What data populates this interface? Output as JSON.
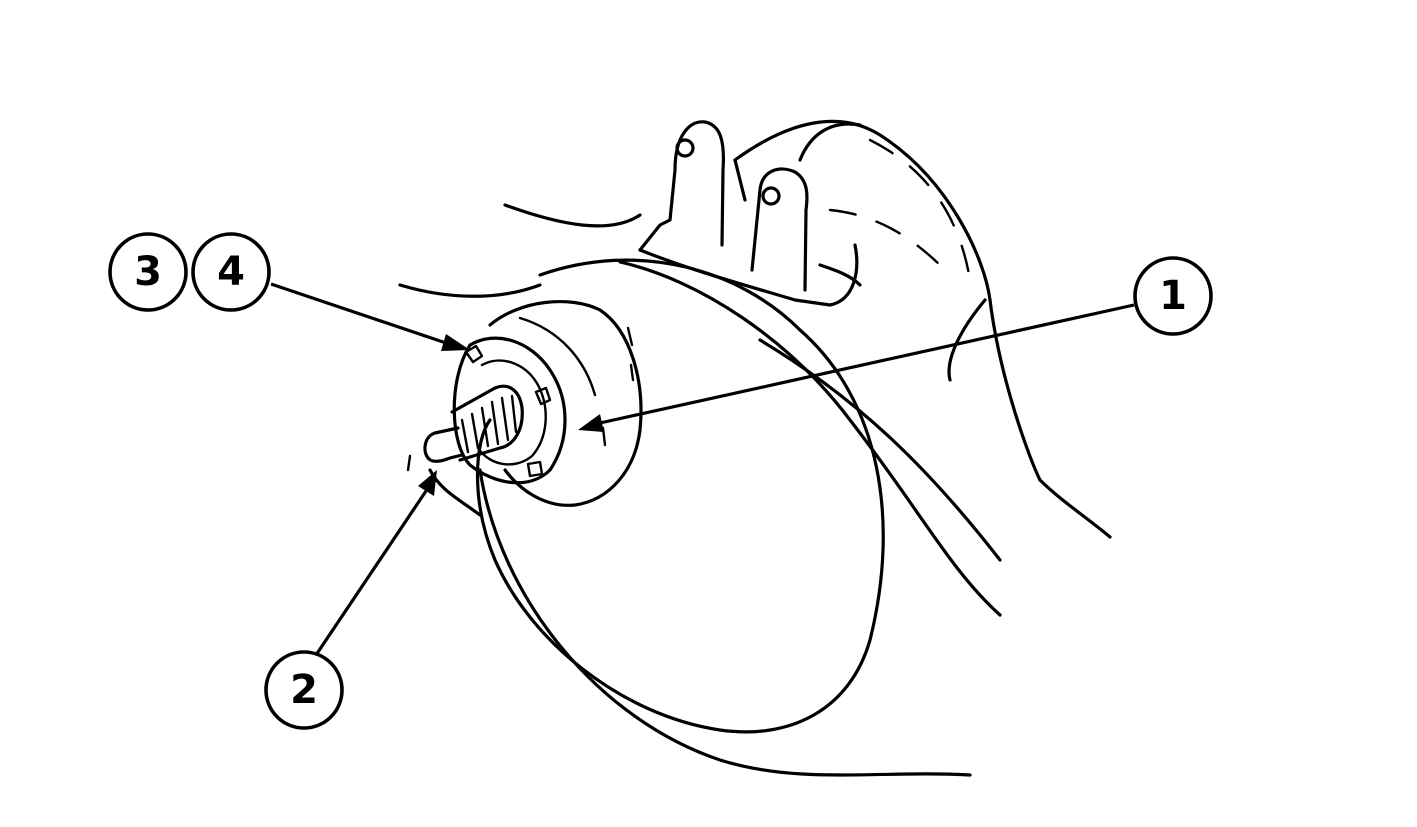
{
  "figure": {
    "subject": "drawing",
    "callouts": [
      {
        "id": "callout-3",
        "label": "3"
      },
      {
        "id": "callout-4",
        "label": "4"
      },
      {
        "id": "callout-1",
        "label": "1"
      },
      {
        "id": "callout-2",
        "label": "2"
      }
    ]
  },
  "colors": {
    "ink": "#000000",
    "paper": "#ffffff"
  }
}
